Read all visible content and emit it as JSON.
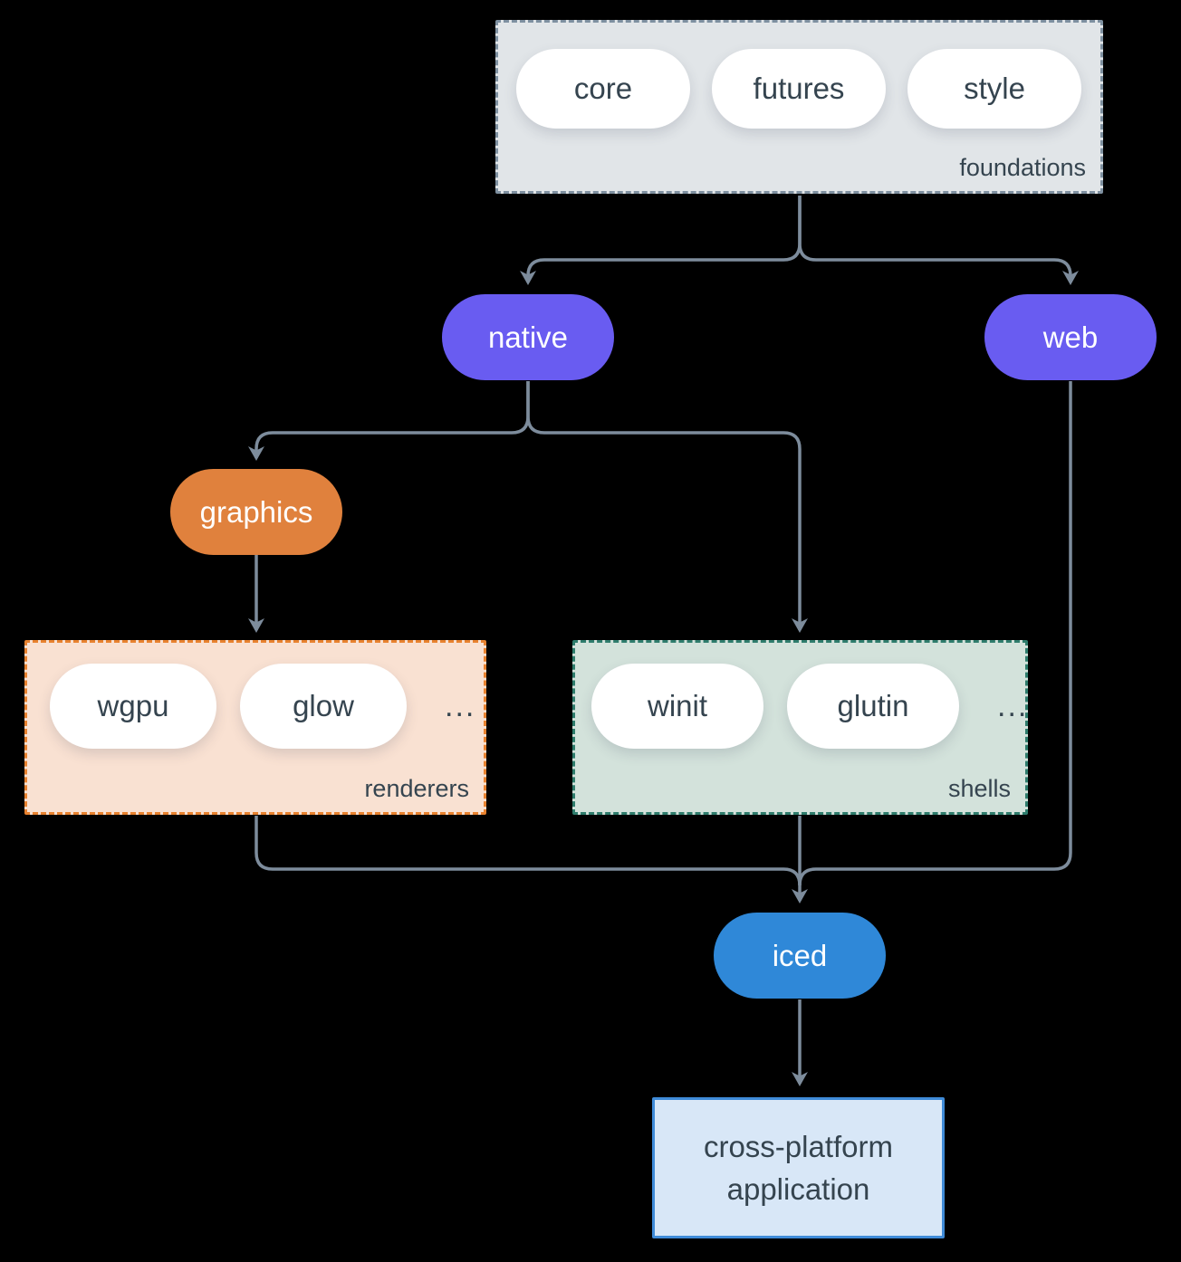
{
  "colors": {
    "background": "#000000",
    "arrow": "#7d8c9c",
    "text_dark": "#35444f",
    "purple_node": "#695cf1",
    "orange_node": "#e0813d",
    "blue_node": "#2f88d8",
    "foundations_fill": "#e1e5e8",
    "foundations_border": "#7e90a0",
    "renderers_fill": "#f9e1d2",
    "renderers_border": "#e8822f",
    "shells_fill": "#d3e2db",
    "shells_border": "#2e7c6c",
    "app_fill": "#d8e7f7",
    "app_border": "#3f8bd8"
  },
  "foundations": {
    "label": "foundations",
    "pills": [
      "core",
      "futures",
      "style"
    ]
  },
  "nodes": {
    "native": "native",
    "web": "web",
    "graphics": "graphics",
    "iced": "iced"
  },
  "renderers": {
    "label": "renderers",
    "pills": [
      "wgpu",
      "glow"
    ],
    "ellipsis": "..."
  },
  "shells": {
    "label": "shells",
    "pills": [
      "winit",
      "glutin"
    ],
    "ellipsis": "..."
  },
  "app": {
    "line1": "cross-platform",
    "line2": "application"
  },
  "edges": [
    {
      "from": "foundations",
      "to": "native"
    },
    {
      "from": "foundations",
      "to": "web"
    },
    {
      "from": "native",
      "to": "graphics"
    },
    {
      "from": "native",
      "to": "shells"
    },
    {
      "from": "graphics",
      "to": "renderers"
    },
    {
      "from": "renderers",
      "to": "iced"
    },
    {
      "from": "shells",
      "to": "iced"
    },
    {
      "from": "web",
      "to": "iced"
    },
    {
      "from": "iced",
      "to": "cross-platform application"
    }
  ]
}
